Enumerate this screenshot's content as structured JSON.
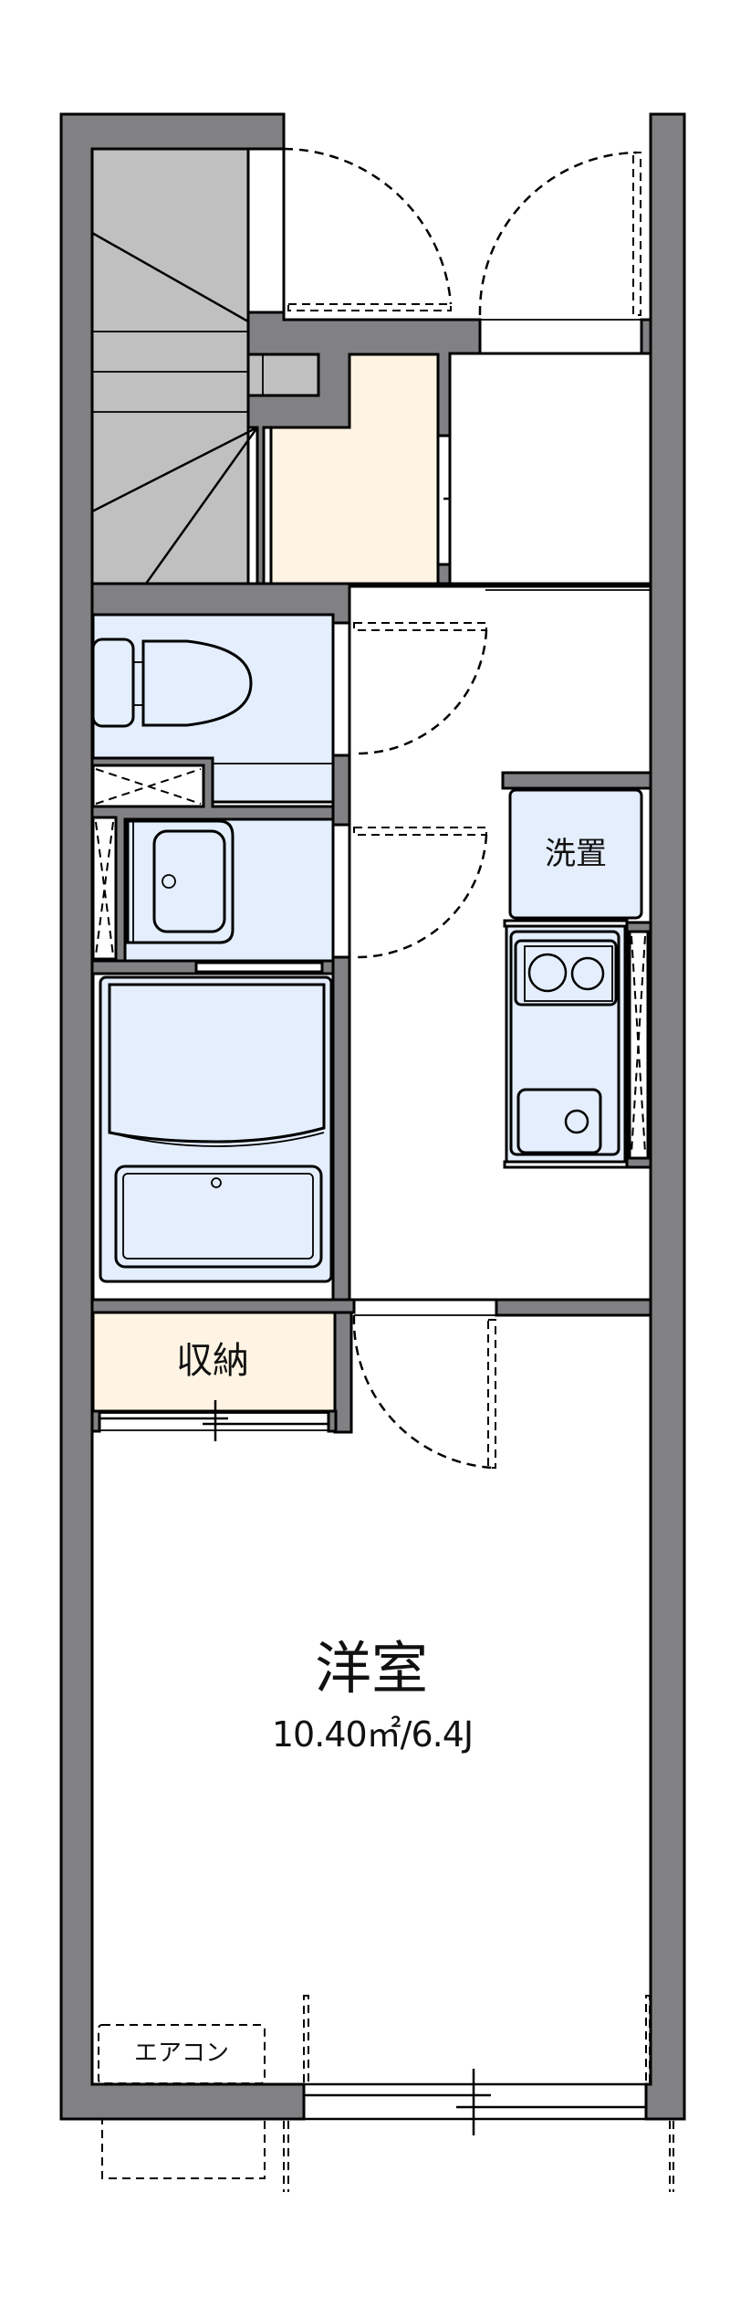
{
  "floor_plan": {
    "rooms": {
      "western_room": {
        "label": "洋室",
        "area": "10.40㎡/6.4J"
      },
      "storage": {
        "label": "収納"
      },
      "washer_space": {
        "label": "洗置"
      },
      "air_conditioner": {
        "label": "エアコン"
      }
    },
    "fixtures": [
      "staircase",
      "closet",
      "toilet",
      "pipe-shaft",
      "washbasin",
      "unit-bath",
      "kitchen-stove",
      "kitchen-sink"
    ],
    "colors": {
      "wall": "#818184",
      "stair": "#c0c0c0",
      "storage_fill": "#fff4e3",
      "wet_area_fill": "#e4eefc"
    }
  }
}
